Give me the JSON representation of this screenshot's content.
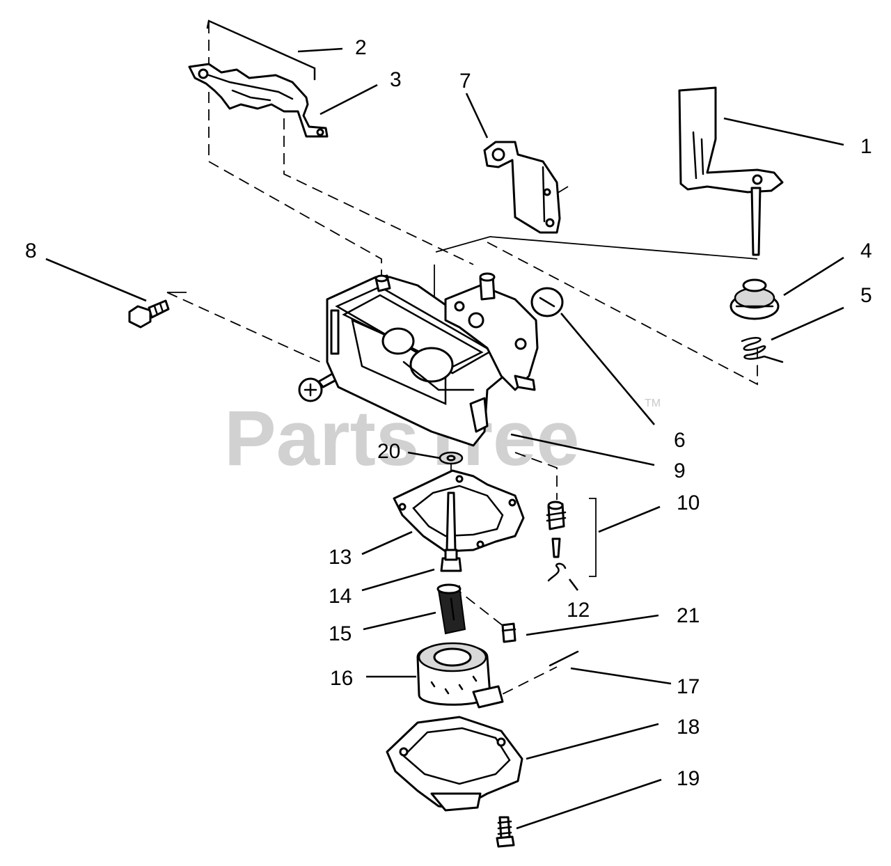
{
  "watermark": {
    "text": "PartsTree",
    "trademark": "TM"
  },
  "callouts": [
    {
      "id": "1",
      "label": "1"
    },
    {
      "id": "2",
      "label": "2"
    },
    {
      "id": "3",
      "label": "3"
    },
    {
      "id": "4",
      "label": "4"
    },
    {
      "id": "5",
      "label": "5"
    },
    {
      "id": "6",
      "label": "6"
    },
    {
      "id": "7",
      "label": "7"
    },
    {
      "id": "8",
      "label": "8"
    },
    {
      "id": "9",
      "label": "9"
    },
    {
      "id": "10",
      "label": "10"
    },
    {
      "id": "12",
      "label": "12"
    },
    {
      "id": "13",
      "label": "13"
    },
    {
      "id": "14",
      "label": "14"
    },
    {
      "id": "15",
      "label": "15"
    },
    {
      "id": "16",
      "label": "16"
    },
    {
      "id": "17",
      "label": "17"
    },
    {
      "id": "18",
      "label": "18"
    },
    {
      "id": "19",
      "label": "19"
    },
    {
      "id": "20",
      "label": "20"
    },
    {
      "id": "21",
      "label": "21"
    }
  ],
  "colors": {
    "line": "#000000",
    "background": "#ffffff",
    "watermark": "#c9c9c9"
  }
}
